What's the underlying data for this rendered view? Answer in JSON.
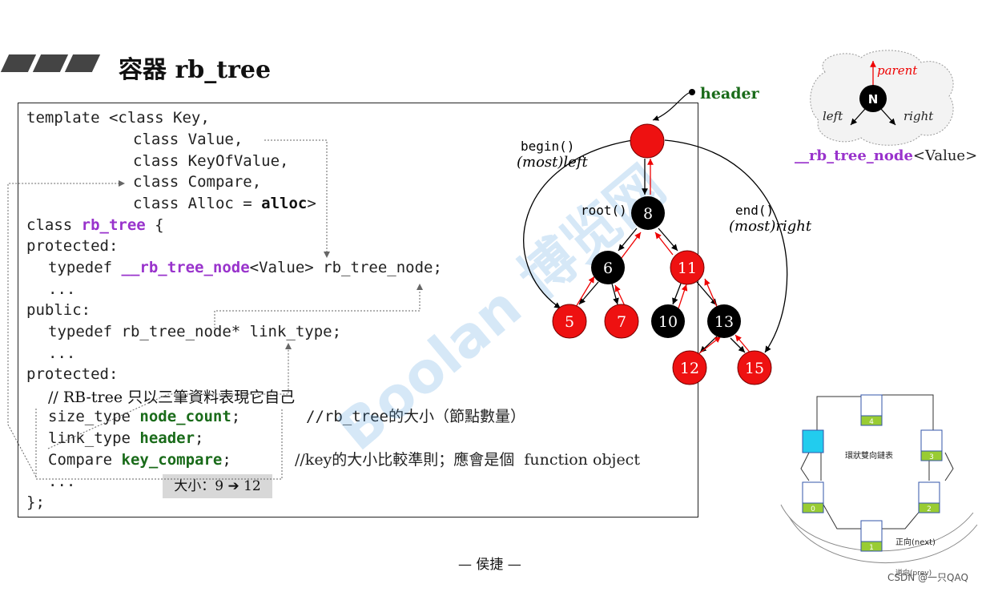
{
  "title": "容器 rb_tree",
  "code": {
    "line1": "template <class Key,",
    "line2": "class Value,",
    "line3": "class KeyOfValue,",
    "line4": "class Compare,",
    "line5a": "class Alloc = ",
    "line5b": "alloc",
    "line5c": ">",
    "line6a": "class ",
    "line6b": "rb_tree",
    "line6c": " {",
    "line7": "protected:",
    "line8a": "typedef ",
    "line8b": "__rb_tree_node",
    "line8c": "<Value> rb_tree_node;",
    "line9": "...",
    "line10": "public:",
    "line11": "typedef rb_tree_node* link_type;",
    "line12": "...",
    "line13": "protected:",
    "line14": "// RB-tree 只以三筆資料表現它自己",
    "line15a": "size_type ",
    "line15b": "node_count",
    "line15c": ";",
    "line16a": "link_type ",
    "line16b": "header",
    "line16c": ";",
    "line17a": "Compare ",
    "line17b": "key_compare",
    "line17c": ";",
    "line18": "...",
    "line19": "};",
    "comment15": "//rb_tree的大小（節點數量）",
    "comment17": "//key的大小比較準則；應會是個  function object"
  },
  "size_note": "大小：9 ➔ 12",
  "tree": {
    "header_label": "header",
    "begin_label": "begin()",
    "begin_sub": "(most)left",
    "root_label": "root()",
    "end_label": "end()",
    "end_sub": "(most)right",
    "nodes": [
      "8",
      "6",
      "11",
      "5",
      "7",
      "10",
      "13",
      "12",
      "15"
    ]
  },
  "node_legend": {
    "center": "N",
    "parent": "parent",
    "left": "left",
    "right": "right",
    "caption_a": "__rb_tree_node",
    "caption_b": "<Value>"
  },
  "ring": {
    "title": "環狀雙向鏈表",
    "next_label": "正向(next)",
    "prev_label": "逆向(prev)",
    "slots": [
      "4",
      "",
      "3",
      "0",
      "2",
      "1"
    ]
  },
  "watermark": "Boolan 博览网",
  "footer": "— 侯捷 —",
  "credit": "CSDN @一只QAQ",
  "colors": {
    "red_node": "#ee1111",
    "black_node": "#000000",
    "purple": "#9933cc",
    "green": "#1a6b1a"
  }
}
